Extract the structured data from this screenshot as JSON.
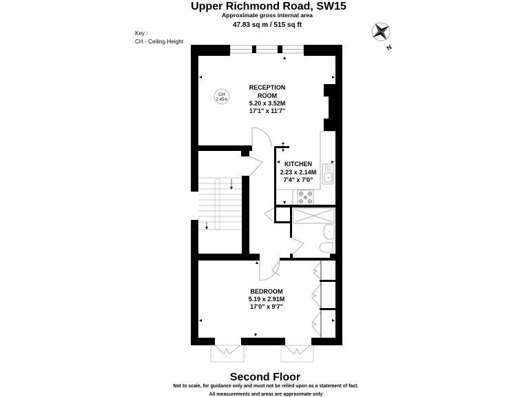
{
  "header": {
    "title": "Upper Richmond Road, SW15",
    "subtitle": "Approximate gross internal area",
    "area": "47.83 sq m /  515 sq ft"
  },
  "key": {
    "title": "Key :",
    "items": [
      {
        "abbr": "CH",
        "label": "CH - Ceiling Height"
      }
    ]
  },
  "compass": {
    "icon": "compass-rose-icon",
    "label": "N"
  },
  "ceiling_height": {
    "label": "CH",
    "value": "2.45m"
  },
  "rooms": {
    "reception": {
      "name_line1": "RECEPTION",
      "name_line2": "ROOM",
      "metric": "5.20 x 3.52M",
      "imperial": "17'1\" x 11'7\""
    },
    "kitchen": {
      "name": "KITCHEN",
      "metric": "2.23 x 2.14M",
      "imperial": "7'4\" x 7'0\""
    },
    "bedroom": {
      "name": "BEDROOM",
      "metric": "5.19 x 2.91M",
      "imperial": "17'0\" x 9'7\""
    }
  },
  "floor_label": "Second Floor",
  "disclaimer": {
    "line1": "Not to scale, for guidance only and must not be relied upon as a statement of fact.",
    "line2": "All measurements and areas are approximate only"
  },
  "colors": {
    "walls": "#000000",
    "fixtures": "#9a9a9a",
    "background": "#ffffff"
  }
}
